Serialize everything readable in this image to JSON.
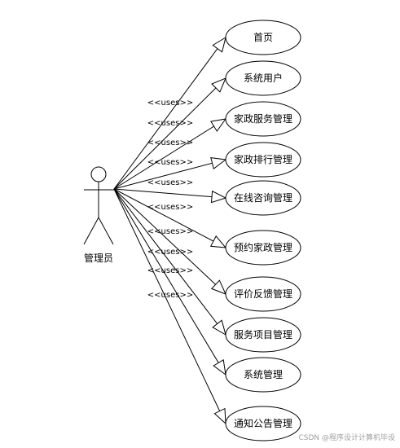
{
  "actor": {
    "label": "管理员"
  },
  "stereotype": "<<uses>>",
  "use_cases": [
    {
      "id": "home",
      "label": "首页"
    },
    {
      "id": "sys-user",
      "label": "系统用户"
    },
    {
      "id": "hk-service",
      "label": "家政服务管理"
    },
    {
      "id": "hk-rank",
      "label": "家政排行管理"
    },
    {
      "id": "consult",
      "label": "在线咨询管理"
    },
    {
      "id": "booking",
      "label": "预约家政管理"
    },
    {
      "id": "feedback",
      "label": "评价反馈管理"
    },
    {
      "id": "svc-item",
      "label": "服务项目管理"
    },
    {
      "id": "sys-mgmt",
      "label": "系统管理"
    },
    {
      "id": "notice",
      "label": "通知公告管理"
    }
  ],
  "watermark": "CSDN @程序设计计算机毕设"
}
